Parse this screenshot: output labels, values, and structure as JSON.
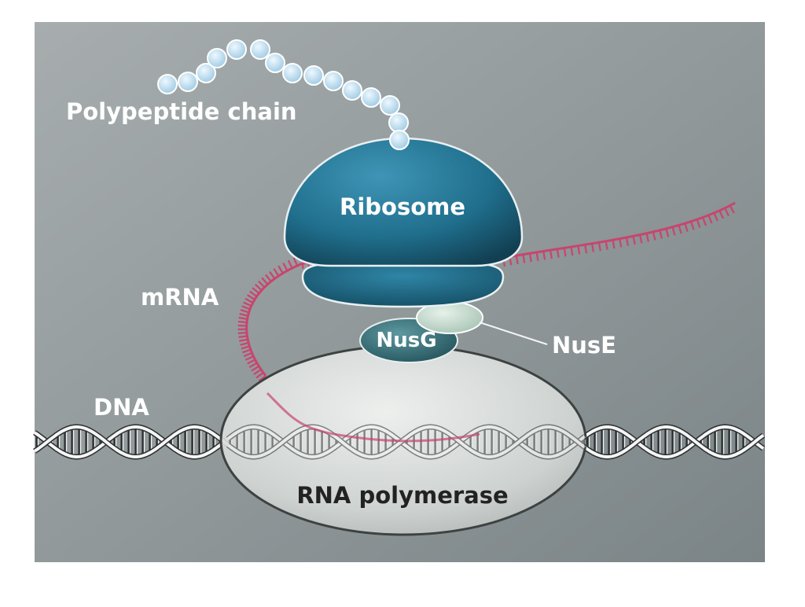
{
  "diagram": {
    "labels": {
      "polypeptide": "Polypeptide chain",
      "ribosome": "Ribosome",
      "mrna": "mRNA",
      "nusg": "NusG",
      "nuse": "NusE",
      "dna": "DNA",
      "rna_polymerase": "RNA polymerase"
    }
  },
  "colors": {
    "background_panel": "#8f9799",
    "ribosome": "#1f6e8c",
    "mrna": "#c8456e",
    "nusg": "#2f6a72",
    "nuse": "#b9d2c2",
    "polypeptide_bead": "#c6e4f3",
    "label_text": "#ffffff",
    "polymerase_text": "#222222"
  }
}
